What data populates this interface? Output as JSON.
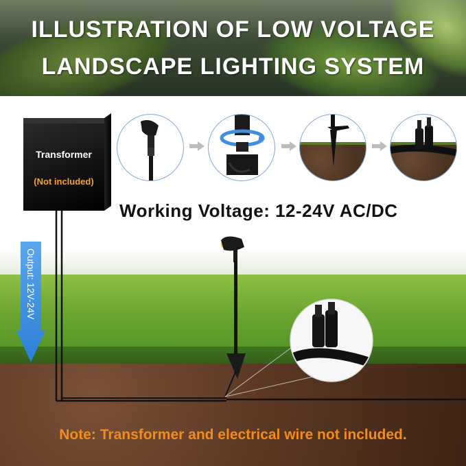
{
  "banner": {
    "line1": "ILLUSTRATION OF LOW VOLTAGE",
    "line2": "LANDSCAPE LIGHTING SYSTEM"
  },
  "transformer": {
    "name": "Transformer",
    "note": "(Not included)"
  },
  "steps": [
    {
      "icon": "light-head-icon"
    },
    {
      "icon": "rotate-connect-icon"
    },
    {
      "icon": "stake-in-ground-icon"
    },
    {
      "icon": "cable-connector-icon"
    }
  ],
  "working_voltage": "Working Voltage: 12-24V AC/DC",
  "output_label": "Output: 12V-24V",
  "footer_note": "Note: Transformer and electrical wire not included.",
  "colors": {
    "accent_orange": "#f28c1c",
    "transformer_note": "#f2a23a",
    "output_arrow": "#3f8fe0",
    "step_border": "#7fa7d8"
  }
}
